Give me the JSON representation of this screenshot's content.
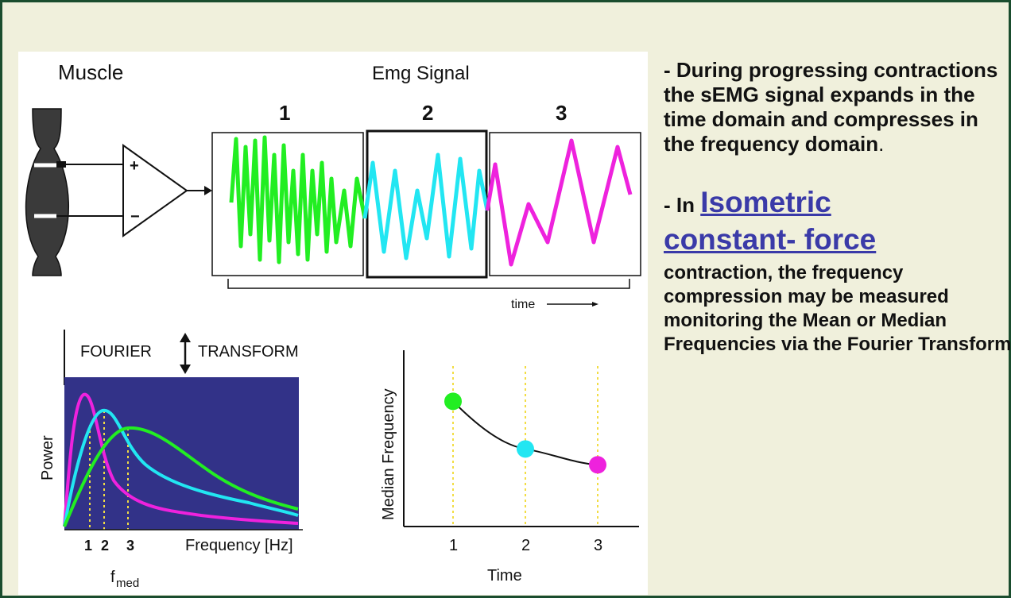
{
  "figure": {
    "muscle_label": "Muscle",
    "emg_label": "Emg Signal",
    "segment_numbers": [
      "1",
      "2",
      "3"
    ],
    "time_label": "time",
    "fourier_left": "FOURIER",
    "fourier_right": "TRANSFORM",
    "power_axis": "Power",
    "frequency_axis": "Frequency  [Hz]",
    "spectrum_ticks": [
      "1",
      "2",
      "3"
    ],
    "fmed_label": "f",
    "fmed_sub": "med",
    "median_axis": "Median  Frequency",
    "time_axis": "Time",
    "time_ticks": [
      "1",
      "2",
      "3"
    ],
    "amp_plus": "+",
    "amp_minus": "−"
  },
  "chart_data": {
    "type": "line",
    "x": [
      1,
      2,
      3
    ],
    "series": [
      {
        "values": [
          0.71,
          0.44,
          0.35
        ]
      }
    ],
    "xlabel": "Time",
    "ylabel": "Median  Frequency"
  },
  "colors": {
    "segment_1": "#22ee22",
    "segment_2": "#22e6f2",
    "segment_3": "#ee22dd",
    "spectrum_bg": "#323288",
    "guide": "#f2dd44",
    "link": "#3a3aa8",
    "border": "#1a4d2e",
    "slide_bg": "#f0f0dc"
  },
  "text": {
    "para1_a": "-  During progressing contractions the sEMG signal expands in the time domain and compresses in the frequency domain",
    "para1_b": ".",
    "para2_prefix": " - In ",
    "para2_link1": "Isometric",
    "para2_link2": "constant- force",
    "para2_body": "contraction, the frequency compression may be measured monitoring the Mean or Median Frequencies via the Fourier Transform"
  }
}
